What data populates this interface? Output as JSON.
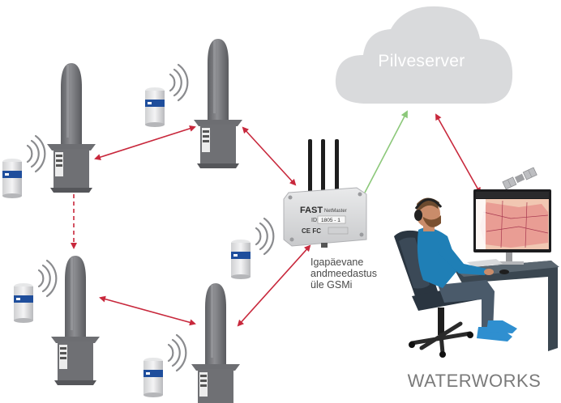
{
  "cloud": {
    "label": "Pilveserver"
  },
  "gateway": {
    "brand": "FAST",
    "model": "NetMaster",
    "id_label": "ID:",
    "id_value": "1805 - 1",
    "marks": "CE FC"
  },
  "transmission": {
    "lines": [
      "Igapäevane",
      "andmeedastus",
      "üle GSMi"
    ]
  },
  "destination": {
    "label": "WATERWORKS"
  },
  "colors": {
    "mesh_link": "#c8283c",
    "uplink": "#8cc87a",
    "cloud": "#d9dadc",
    "hydrant": "#77787b",
    "sensor_band": "#1f4e9c",
    "chair": "#2a3540",
    "shirt": "#1f7fb6",
    "desk": "#3a4650"
  },
  "icons": [
    "hydrant-icon",
    "sensor-icon",
    "wifi-signal-icon",
    "gateway-icon",
    "cloud-icon",
    "satellite-icon",
    "person-icon",
    "monitor-icon"
  ]
}
